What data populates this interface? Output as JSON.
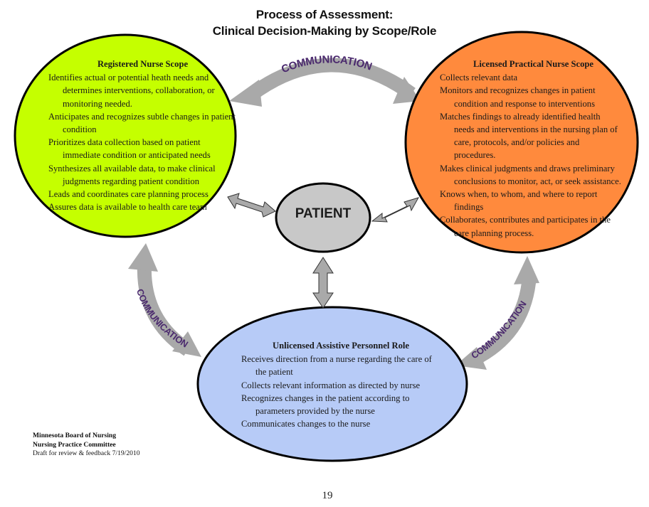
{
  "title": {
    "line1": "Process of Assessment:",
    "line2": "Clinical Decision-Making by Scope/Role"
  },
  "center": {
    "label": "PATIENT",
    "color": "#c8c8c8"
  },
  "roles": {
    "rn": {
      "heading": "Registered Nurse Scope",
      "color": "#c5ff00",
      "items": [
        "Identifies actual or potential heath needs and determines  interventions, collaboration, or monitoring needed.",
        "Anticipates and recognizes subtle changes in patient condition",
        "Prioritizes data collection based on patient immediate condition or anticipated needs",
        "Synthesizes all available data, to make clinical judgments regarding patient condition",
        "Leads and coordinates care planning process",
        "Assures data is available to health care team"
      ]
    },
    "lpn": {
      "heading": "Licensed Practical Nurse Scope",
      "color": "#ff8a3d",
      "items": [
        "Collects relevant data",
        "Monitors and recognizes changes in patient condition and response to interventions",
        "Matches findings to already identified health needs and interventions in the nursing plan of care, protocols, and/or policies and procedures.",
        "Makes clinical judgments and draws preliminary conclusions to monitor, act, or seek assistance.",
        "Knows when, to whom, and where to report findings",
        "Collaborates, contributes and participates in the care planning process."
      ]
    },
    "uap": {
      "heading": "Unlicensed Assistive Personnel Role",
      "color": "#b7cbf7",
      "items": [
        "Receives direction from a nurse regarding the care of the patient",
        "Collects relevant information as directed by nurse",
        "Recognizes changes in the patient according to parameters provided by the nurse",
        "Communicates changes to the nurse"
      ]
    }
  },
  "connectors": {
    "label": "COMMUNICATION",
    "arrow_color": "#a9a9a9",
    "text_color": "#4b2a6e"
  },
  "footer": {
    "org": "Minnesota Board of Nursing",
    "committee": "Nursing Practice Committee",
    "draft": "Draft for review & feedback  7/19/2010"
  },
  "page_number": "19"
}
